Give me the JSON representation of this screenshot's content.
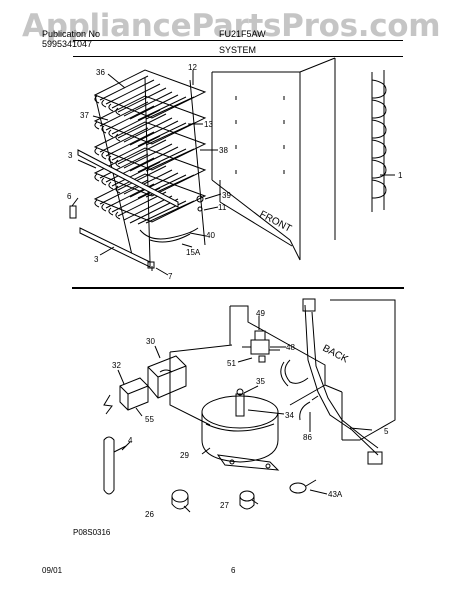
{
  "header": {
    "left_line1": "Publication No",
    "left_line2": "5995341047",
    "right_line1": "FU21F5AW",
    "section_title": "SYSTEM",
    "watermark": "AppliancePartsPros.com"
  },
  "diagram_code": "P08S0316",
  "footer": {
    "date": "09/01",
    "page": "6"
  },
  "labels": {
    "l36": "36",
    "l12": "12",
    "l37": "37",
    "l13": "13",
    "l38": "38",
    "l3a": "3",
    "l6": "6",
    "l39": "39",
    "l11": "11",
    "l40": "40",
    "l15a": "15A",
    "l3b": "3",
    "l7": "7",
    "l1": "1",
    "front": "FRONT",
    "l49": "49",
    "l48": "48",
    "l51": "51",
    "back": "BACK",
    "l30": "30",
    "l32": "32",
    "l35": "35",
    "l55": "55",
    "l34": "34",
    "l86": "86",
    "l5": "5",
    "l4": "4",
    "l29": "29",
    "l26": "26",
    "l27": "27",
    "l43a": "43A"
  }
}
